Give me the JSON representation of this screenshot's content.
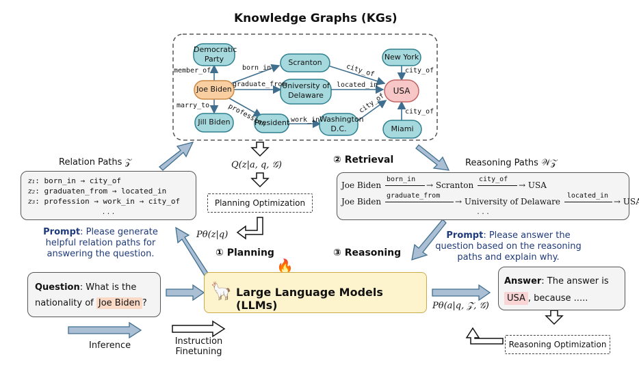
{
  "title": "Knowledge Graphs (KGs)",
  "kg": {
    "nodes": {
      "democratic": "Democratic Party",
      "joe": "Joe Biden",
      "jill": "Jill Biden",
      "scranton": "Scranton",
      "udel": "University of Delaware",
      "president": "President",
      "washington": "Washington D.C.",
      "newyork": "New York",
      "usa": "USA",
      "miami": "Miami"
    },
    "edges": {
      "member_of": "member_of",
      "born_in": "born_in",
      "graduate_from": "graduate_from",
      "marry_to": "marry_to",
      "profession": "profession",
      "work_in": "work_in",
      "city_of_scranton": "city_of",
      "located_in": "located_in",
      "city_of_wash": "city_of",
      "city_of_ny": "city_of",
      "city_of_miami": "city_of"
    },
    "colors": {
      "node_fill": "#a6d9dd",
      "node_stroke": "#2f7f8f",
      "joe_fill": "#f9cfa2",
      "usa_fill": "#f7c7c7"
    }
  },
  "relation_paths": {
    "heading": "Relation Paths 𝒵",
    "items": [
      {
        "z": "z₁",
        "path": ": born_in → city_of"
      },
      {
        "z": "z₂",
        "path": ": graduaten_from → located_in"
      },
      {
        "z": "z₃",
        "path": ": profession → work_in → city_of"
      }
    ],
    "more": ". . ."
  },
  "q_formula": "Q(z|a, q, 𝒢)",
  "planning_opt": "Planning Optimization",
  "p_formula": "Pθ(z|q)",
  "retrieval": "② Retrieval",
  "reasoning_paths": {
    "heading": "Reasoning Paths 𝒲𝒵",
    "row1": {
      "a": "Joe Biden",
      "r1": "born_in",
      "b": "Scranton",
      "r2": "city_of",
      "c": "USA"
    },
    "row2": {
      "a": "Joe Biden",
      "r1": "graduate_from",
      "b": "University of Delaware",
      "r2": "located_in",
      "c": "USA"
    },
    "more": ". . ."
  },
  "prompt_left": {
    "label": "Prompt",
    "text": ": Please generate helpful relation paths for answering the question."
  },
  "prompt_right": {
    "label": "Prompt",
    "text": ": Please answer the question based on the reasoning paths and explain why."
  },
  "planning": "① Planning",
  "reasoning": "③ Reasoning",
  "question": {
    "label": "Question",
    "text": ": What is the nationality of ",
    "entity": "Joe Biden",
    "end": "?"
  },
  "llm": {
    "emoji_fire": "🔥",
    "emoji_llama": "🦙",
    "label": "Large Language Models (LLMs)"
  },
  "answer": {
    "label": "Answer",
    "text": ": The answer is",
    "entity": "USA",
    "end": ", because ....."
  },
  "p_answer": "Pθ(a|q, 𝒵, 𝒢)",
  "reasoning_opt": "Reasoning Optimization",
  "legend": {
    "inference": "Inference",
    "instruction": "Instruction Finetuning"
  }
}
